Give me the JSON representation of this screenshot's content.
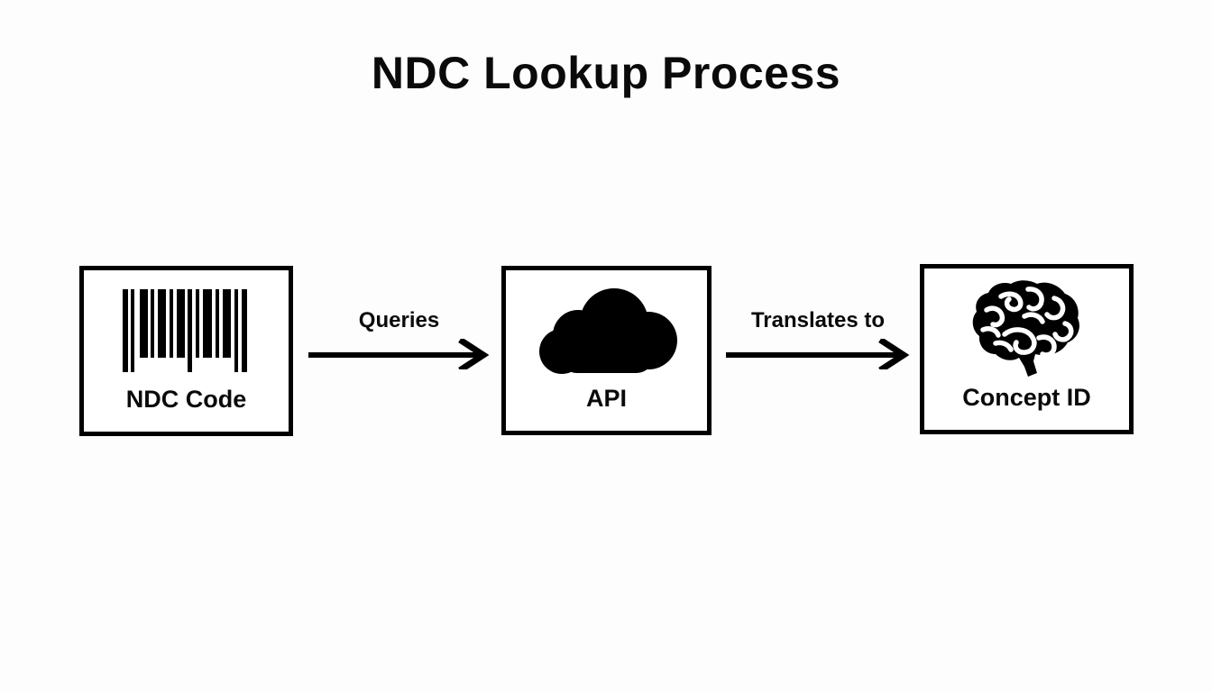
{
  "diagram": {
    "title": "NDC Lookup Process",
    "background_color": "#fdfdfd",
    "stroke_color": "#000000",
    "nodes": [
      {
        "id": "ndc",
        "label": "NDC Code",
        "icon": "barcode-icon"
      },
      {
        "id": "api",
        "label": "API",
        "icon": "cloud-icon"
      },
      {
        "id": "concept",
        "label": "Concept ID",
        "icon": "brain-icon"
      }
    ],
    "edges": [
      {
        "id": "edge-1",
        "label": "Queries",
        "from": "ndc",
        "to": "api",
        "arrow": "arrow-right-icon"
      },
      {
        "id": "edge-2",
        "label": "Translates to",
        "from": "api",
        "to": "concept",
        "arrow": "arrow-right-icon"
      }
    ]
  }
}
